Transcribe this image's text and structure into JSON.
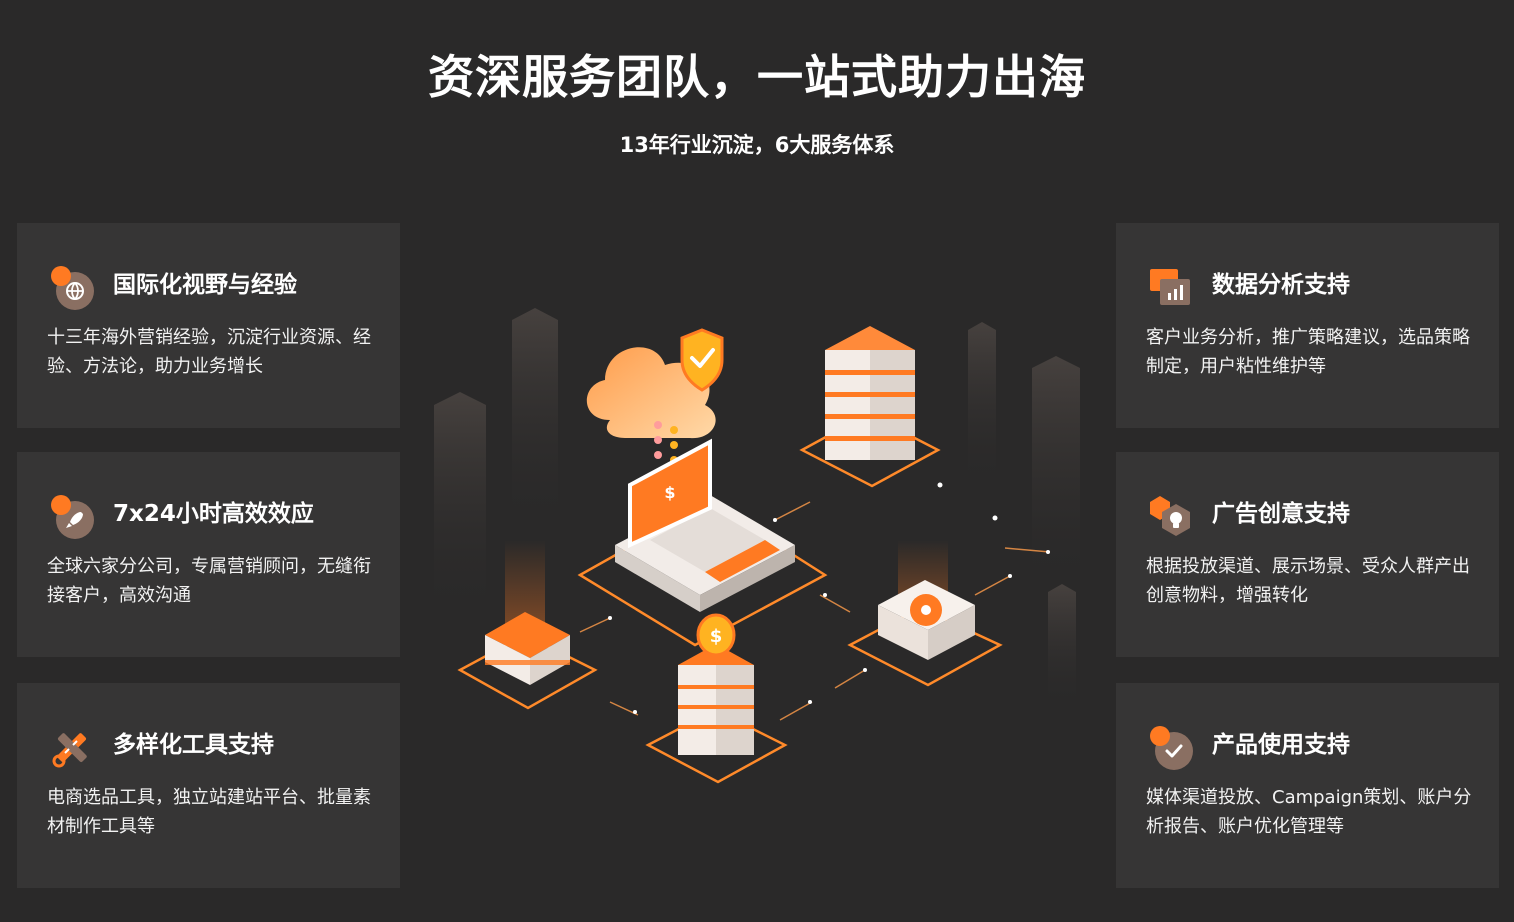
{
  "header": {
    "title": "资深服务团队，一站式助力出海",
    "subtitle": "13年行业沉淀，6大服务体系"
  },
  "cards": [
    {
      "icon": "globe-icon",
      "title": "国际化视野与经验",
      "desc": "十三年海外营销经验，沉淀行业资源、经验、方法论，助力业务增长"
    },
    {
      "icon": "rocket-icon",
      "title": "7x24小时高效效应",
      "desc": "全球六家分公司，专属营销顾问，无缝衔接客户，高效沟通"
    },
    {
      "icon": "tools-icon",
      "title": "多样化工具支持",
      "desc": "电商选品工具，独立站建站平台、批量素材制作工具等"
    },
    {
      "icon": "bar-chart-icon",
      "title": "数据分析支持",
      "desc": "客户业务分析，推广策略建议，选品策略制定，用户粘性维护等"
    },
    {
      "icon": "lightbulb-icon",
      "title": "广告创意支持",
      "desc": "根据投放渠道、展示场景、受众人群产出创意物料，增强转化"
    },
    {
      "icon": "check-icon",
      "title": "产品使用支持",
      "desc": "媒体渠道投放、Campaign策划、账户分析报告、账户优化管理等"
    }
  ],
  "colors": {
    "background": "#2a2929",
    "card": "#363535",
    "accent": "#ff7a22",
    "icon_brown": "#8a6f62"
  },
  "illustration": {
    "laptop_symbol": "$",
    "coin_symbol": "$"
  }
}
